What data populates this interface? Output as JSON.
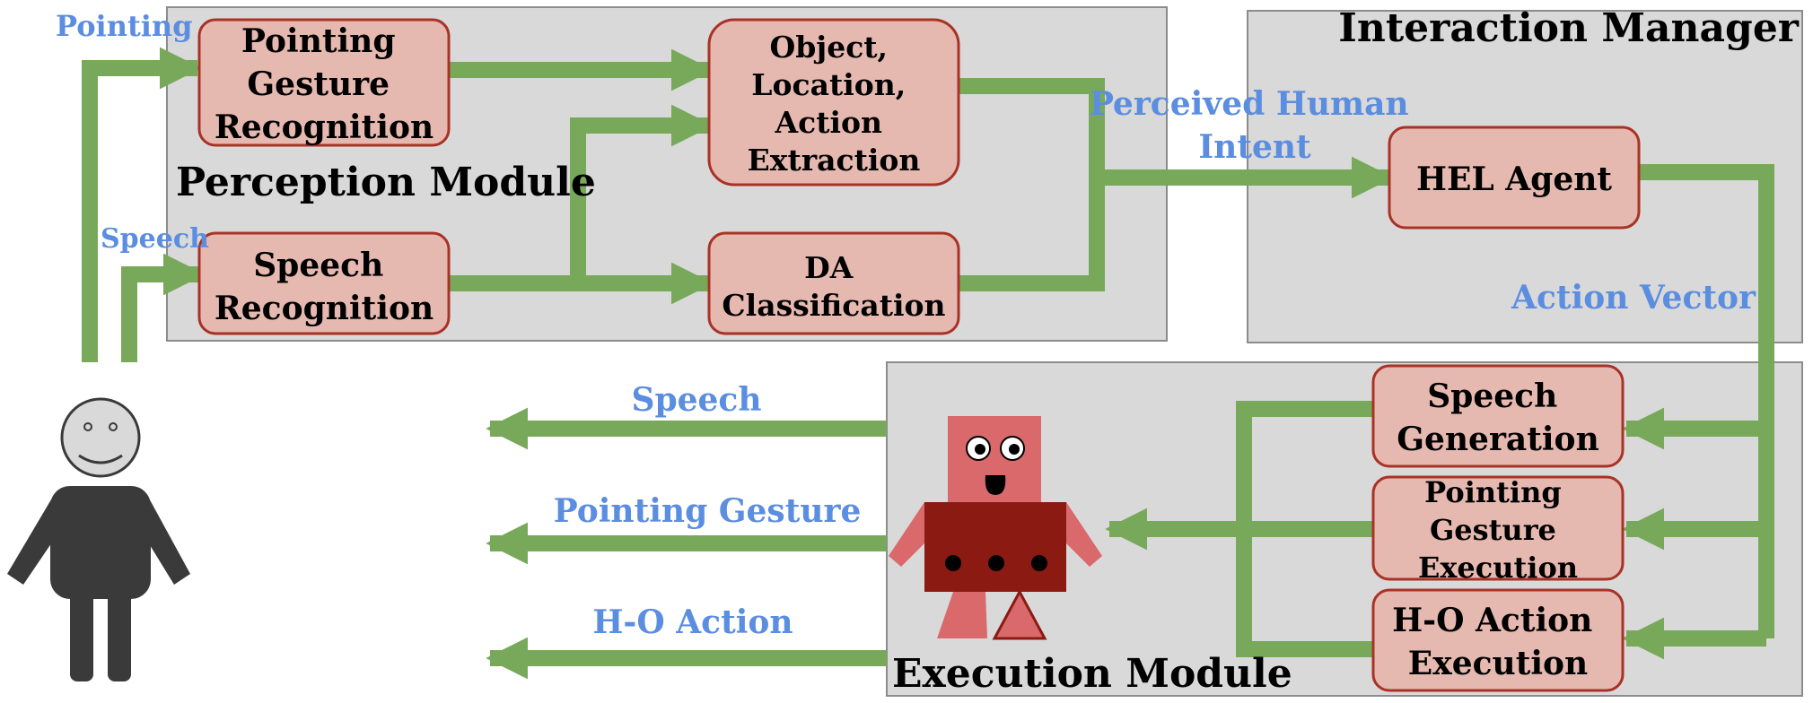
{
  "modules": {
    "perception": "Perception Module",
    "interaction": "Interaction Manager",
    "execution": "Execution Module"
  },
  "boxes": {
    "pointing_recognition": [
      "Pointing",
      "Gesture",
      "Recognition"
    ],
    "speech_recognition": [
      "Speech",
      "Recognition"
    ],
    "extraction": [
      "Object,",
      "Location,",
      "Action",
      "Extraction"
    ],
    "da_classification": [
      "DA",
      "Classification"
    ],
    "hel_agent": [
      "HEL Agent"
    ],
    "speech_generation": [
      "Speech",
      "Generation"
    ],
    "pointing_execution": [
      "Pointing",
      "Gesture",
      "Execution"
    ],
    "ho_execution": [
      "H-O Action",
      "Execution"
    ]
  },
  "edge_labels": {
    "pointing_in": "Pointing",
    "speech_in": "Speech",
    "intent": [
      "Perceived Human",
      "Intent"
    ],
    "action_vector": "Action Vector",
    "speech_out": "Speech",
    "pointing_out": "Pointing Gesture",
    "ho_out": "H-O Action"
  },
  "colors": {
    "module_fill": "#d9d9d9",
    "module_stroke": "#8c8c8c",
    "box_fill": "#e6b9b0",
    "box_stroke": "#a93226",
    "arrow": "#78a95a",
    "edge_label": "#5b8de0",
    "text": "#000000",
    "human": "#3a3a3a",
    "robot_light": "#d9696b",
    "robot_dark": "#8b1a13"
  }
}
